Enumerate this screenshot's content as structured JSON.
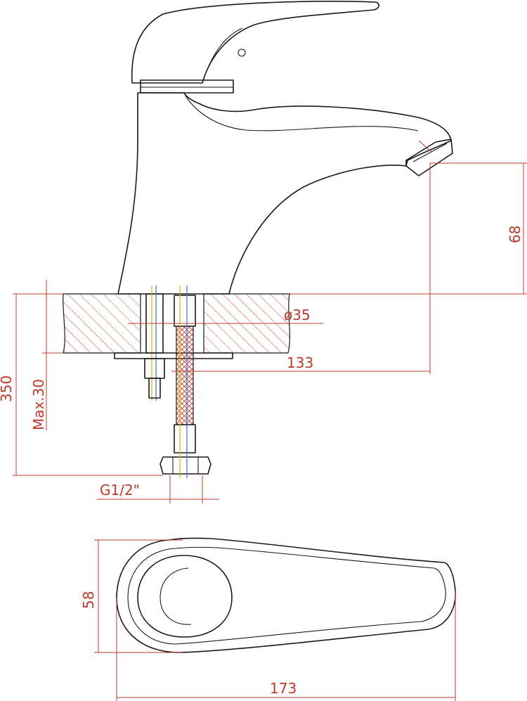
{
  "dimensions": {
    "spout_height": "68",
    "hole_diameter": "ø35",
    "reach": "133",
    "total_height": "350",
    "max_thickness": "Max.30",
    "thread": "G1/2\"",
    "handle_width": "58",
    "total_length": "173"
  },
  "colors": {
    "outline": "#1a1a1a",
    "dimension": "#c0392b",
    "axis_yellow": "#d4b800",
    "axis_blue": "#3a6fd8"
  }
}
